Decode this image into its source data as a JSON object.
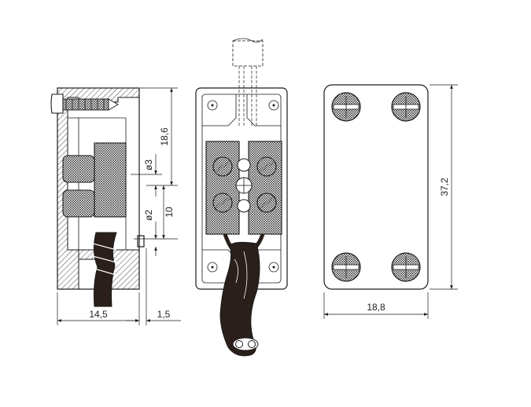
{
  "dimensions": {
    "side_width": "14,5",
    "side_offset": "1,5",
    "side_height": "18,6",
    "hole_small": "ø3",
    "hole_smaller": "ø2",
    "pin_spacing": "10",
    "cover_height": "37,2",
    "cover_width": "18,8"
  },
  "colors": {
    "line": "#1a1a1a",
    "cable": "#2a1f1a",
    "hatch": "#1a1a1a",
    "background": "#ffffff"
  }
}
